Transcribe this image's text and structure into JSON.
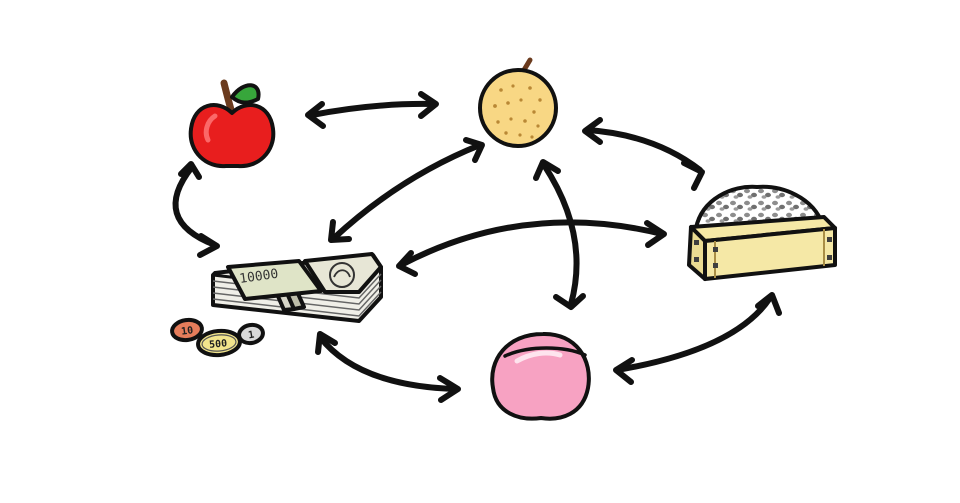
{
  "colors": {
    "background": "#ffffff",
    "apple": "#e81e1e",
    "apple_leaf": "#37a63b",
    "pear": "#f8d784",
    "peach": "#f7a2c2",
    "rice_box": "#f5e8a6",
    "rice": "#7e7e7e",
    "banknote": "#efeee6",
    "banknote_band": "#d7d6c8",
    "coin_10": "#e67d5b",
    "coin_500": "#f2e58c",
    "coin_1": "#d9d9d9"
  },
  "nodes": [
    {
      "id": "apple",
      "icon": "apple-icon"
    },
    {
      "id": "pear",
      "icon": "asian-pear-icon"
    },
    {
      "id": "rice",
      "icon": "rice-box-icon"
    },
    {
      "id": "peach",
      "icon": "peach-icon"
    },
    {
      "id": "money",
      "icon": "money-icon"
    }
  ],
  "connections": [
    {
      "from": "apple",
      "to": "pear"
    },
    {
      "from": "apple",
      "to": "money"
    },
    {
      "from": "pear",
      "to": "rice"
    },
    {
      "from": "pear",
      "to": "money"
    },
    {
      "from": "pear",
      "to": "peach"
    },
    {
      "from": "money",
      "to": "rice"
    },
    {
      "from": "money",
      "to": "peach"
    },
    {
      "from": "peach",
      "to": "rice"
    }
  ],
  "money": {
    "bill_value": "10000",
    "coins": [
      "10",
      "500",
      "1"
    ]
  }
}
